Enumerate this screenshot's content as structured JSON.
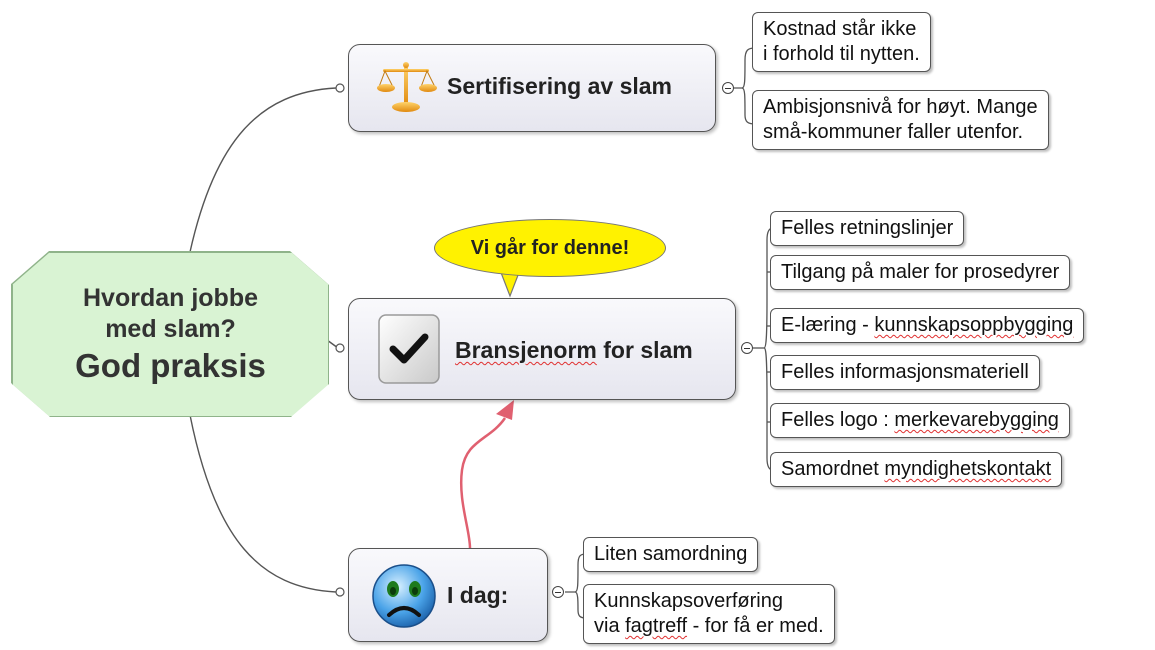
{
  "central": {
    "line1": "Hvordan jobbe",
    "line2": "med slam?",
    "line3": "God praksis"
  },
  "nodes": [
    {
      "id": "sertifisering",
      "label": "Sertifisering av slam",
      "icon": "scales-icon",
      "leaves": [
        {
          "text": "Kostnad står ikke i forhold til nytten.",
          "lines": [
            "Kostnad står ikke",
            "i forhold til nytten."
          ]
        },
        {
          "text": "Ambisjonsnivå for høyt. Mange små-kommuner faller utenfor.",
          "lines": [
            "Ambisjonsnivå for høyt. Mange",
            "små-kommuner faller utenfor."
          ]
        }
      ]
    },
    {
      "id": "bransjenorm",
      "label_main": "Bransjenorm",
      "label_rest": " for slam",
      "icon": "checkmark-icon",
      "callout": "Vi går for denne!",
      "leaves": [
        {
          "text": "Felles retningslinjer"
        },
        {
          "text": "Tilgang på maler for prosedyrer"
        },
        {
          "pre": "E-læring - ",
          "marked": "kunnskapsoppbygging",
          "post": ""
        },
        {
          "text": "Felles informasjonsmateriell"
        },
        {
          "pre": "Felles logo : ",
          "marked": "merkevarebygging",
          "post": ""
        },
        {
          "pre": "Samordnet ",
          "marked": "myndighetskontakt",
          "post": ""
        }
      ]
    },
    {
      "id": "idag",
      "label": "I dag:",
      "icon": "sad-face-icon",
      "leaves": [
        {
          "text": "Liten samordning"
        },
        {
          "lines": [
            "Kunnskapsoverføring"
          ],
          "pre2": "via ",
          "marked2": "fagtreff",
          "post2": " - for få er med."
        }
      ]
    }
  ],
  "colors": {
    "central_fill": "#d9f3d3",
    "callout_fill": "#fff200",
    "arrow": "#e06070"
  }
}
